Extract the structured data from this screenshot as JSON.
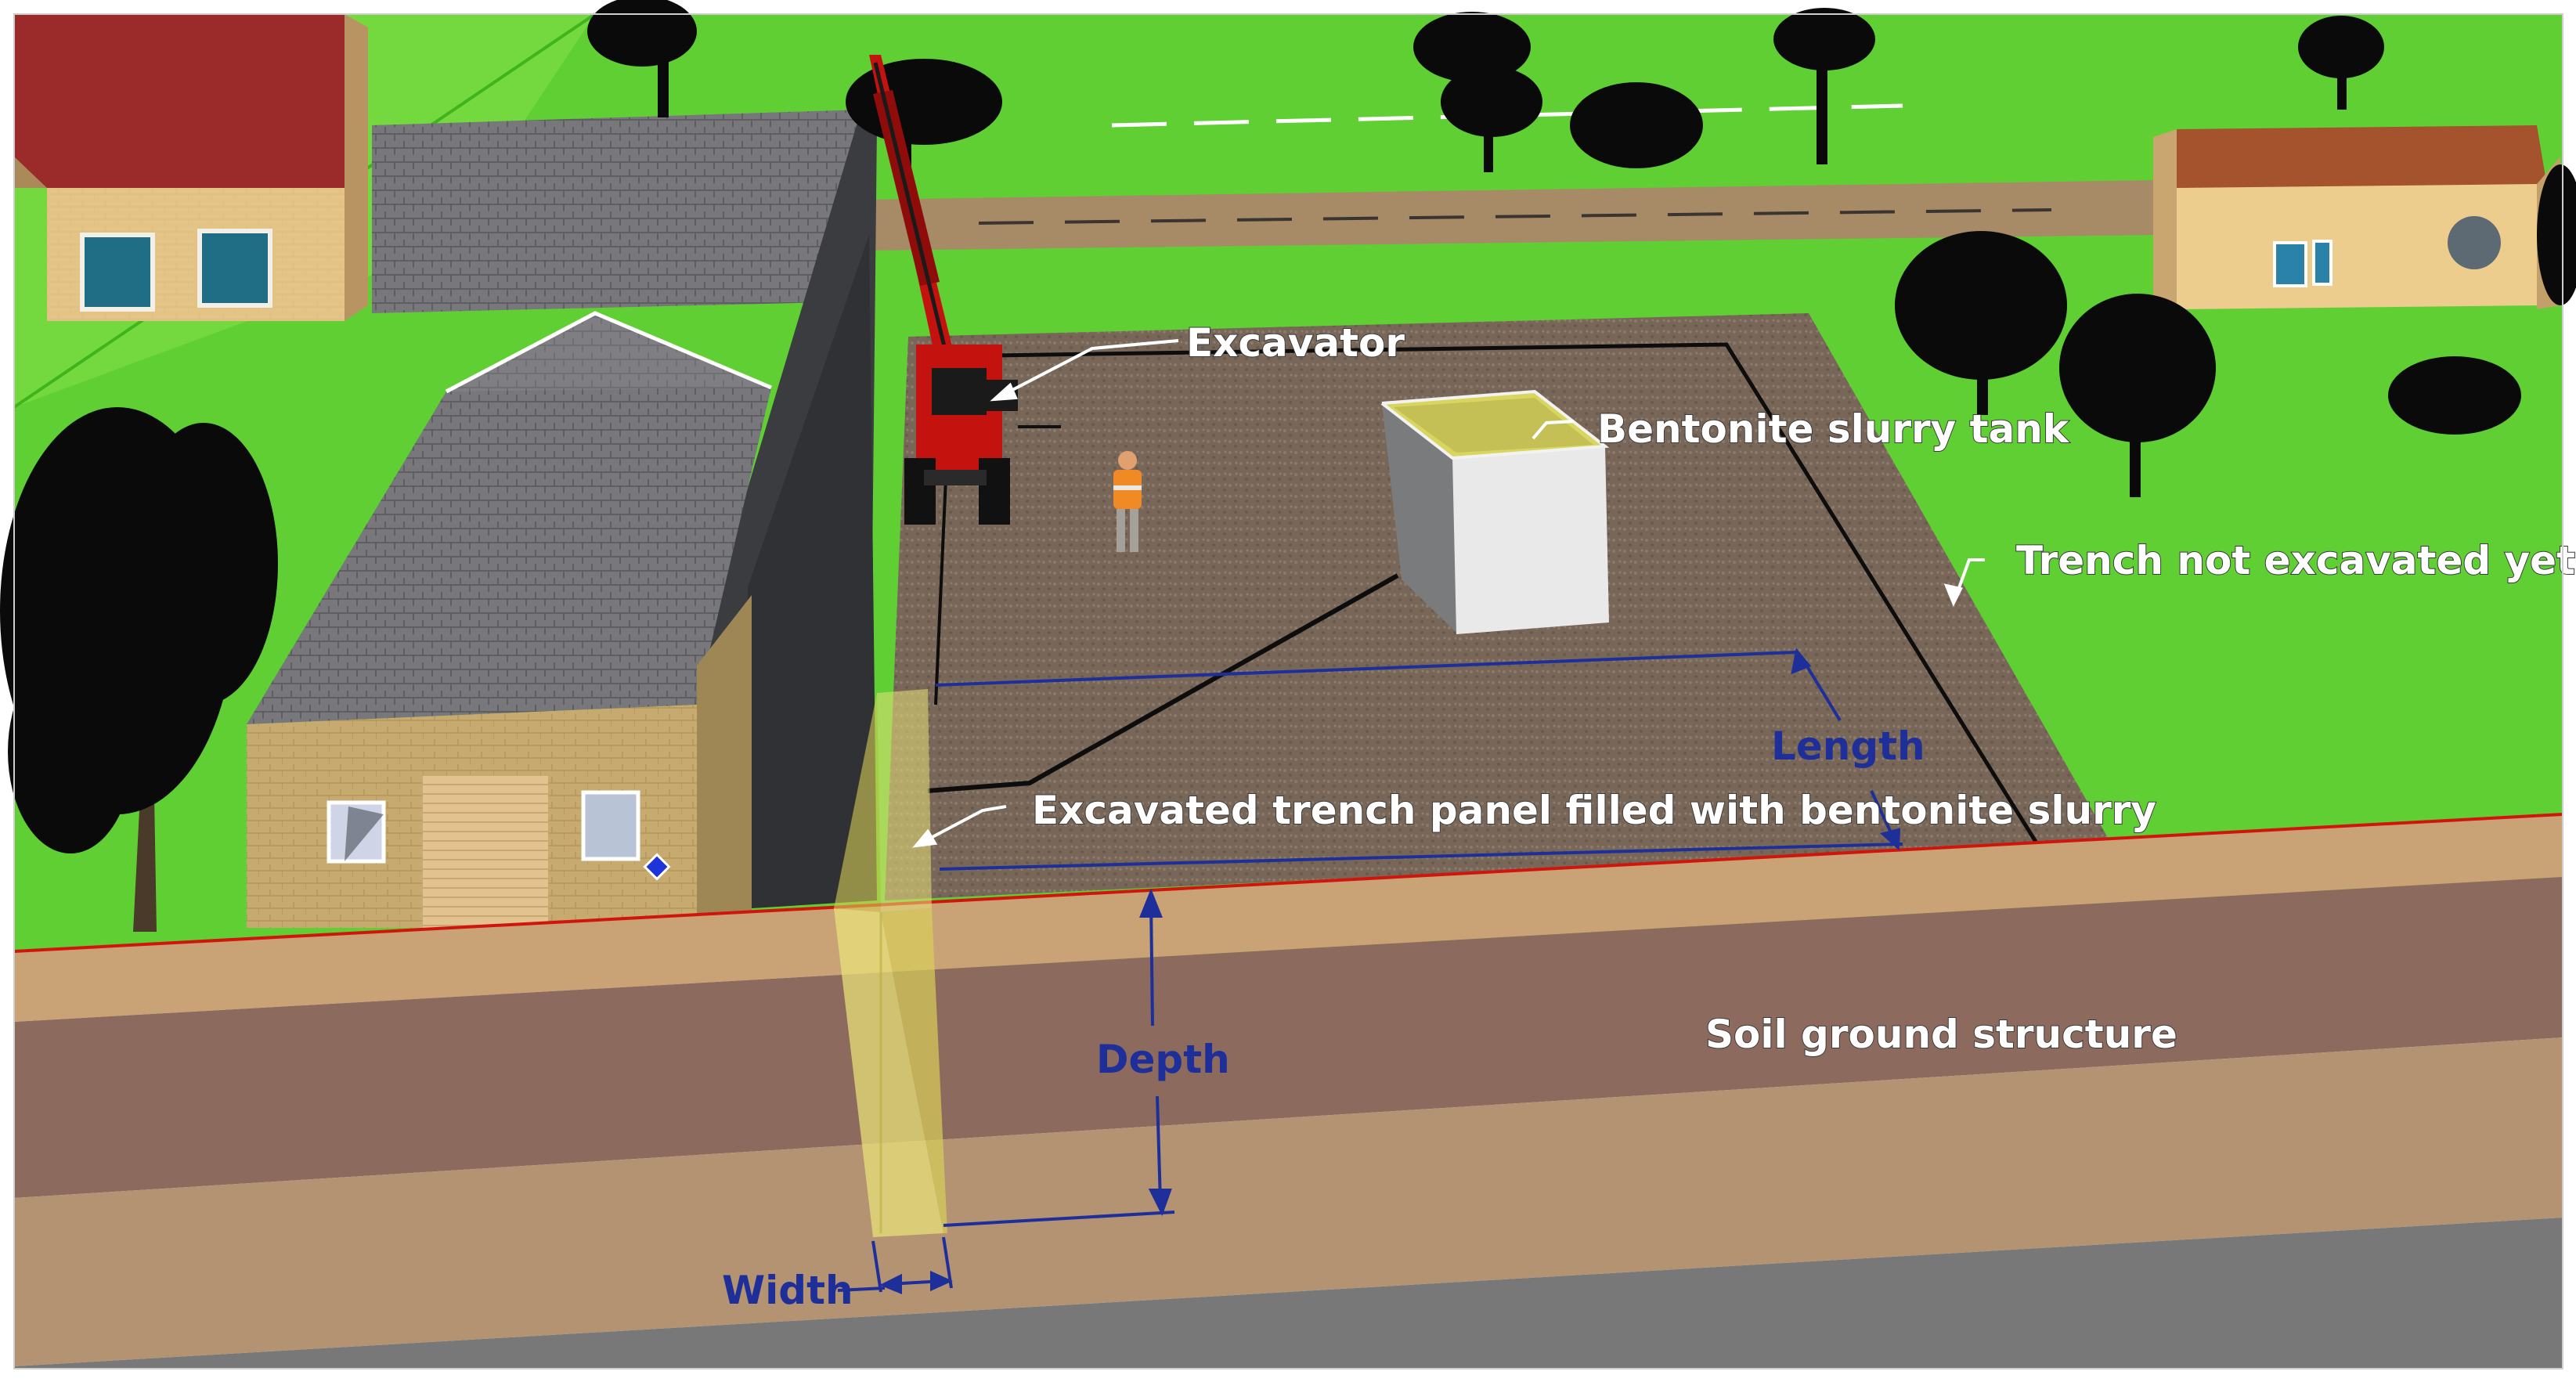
{
  "labels": {
    "excavator": "Excavator",
    "slurry_tank": "Bentonite slurry tank",
    "trench_not_excavated": "Trench not excavated yet",
    "length": "Length",
    "panel": "Excavated trench panel filled with bentonite slurry",
    "depth": "Depth",
    "soil": "Soil ground structure",
    "width": "Width"
  },
  "colors": {
    "grass": "#5fcf34",
    "ground_pad": "#7a6a5a",
    "soil_top": "#c9a276",
    "soil_mid": "#8c6a5e",
    "soil_low": "#b39372",
    "dimension_blue": "#1e2f9a",
    "slurry": "#e8e07a",
    "excavator": "#c4120f"
  }
}
